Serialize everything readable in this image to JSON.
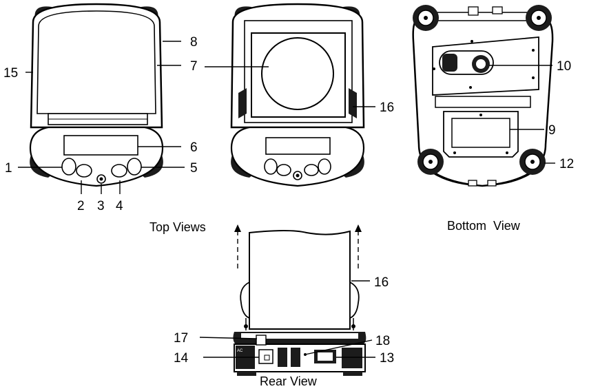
{
  "captions": {
    "top_views": "Top Views",
    "bottom_view": "Bottom  View",
    "rear_view": "Rear View"
  },
  "callouts": {
    "c1": "1",
    "c2": "2",
    "c3": "3",
    "c4": "4",
    "c5": "5",
    "c6": "6",
    "c7": "7",
    "c8": "8",
    "c9": "9",
    "c10": "10",
    "c12": "12",
    "c13": "13",
    "c14": "14",
    "c15": "15",
    "c16a": "16",
    "c16b": "16",
    "c17": "17",
    "c18": "18"
  },
  "colors": {
    "line": "#000000",
    "dark_fill": "#1c1c1c",
    "light_fill": "#ffffff"
  }
}
